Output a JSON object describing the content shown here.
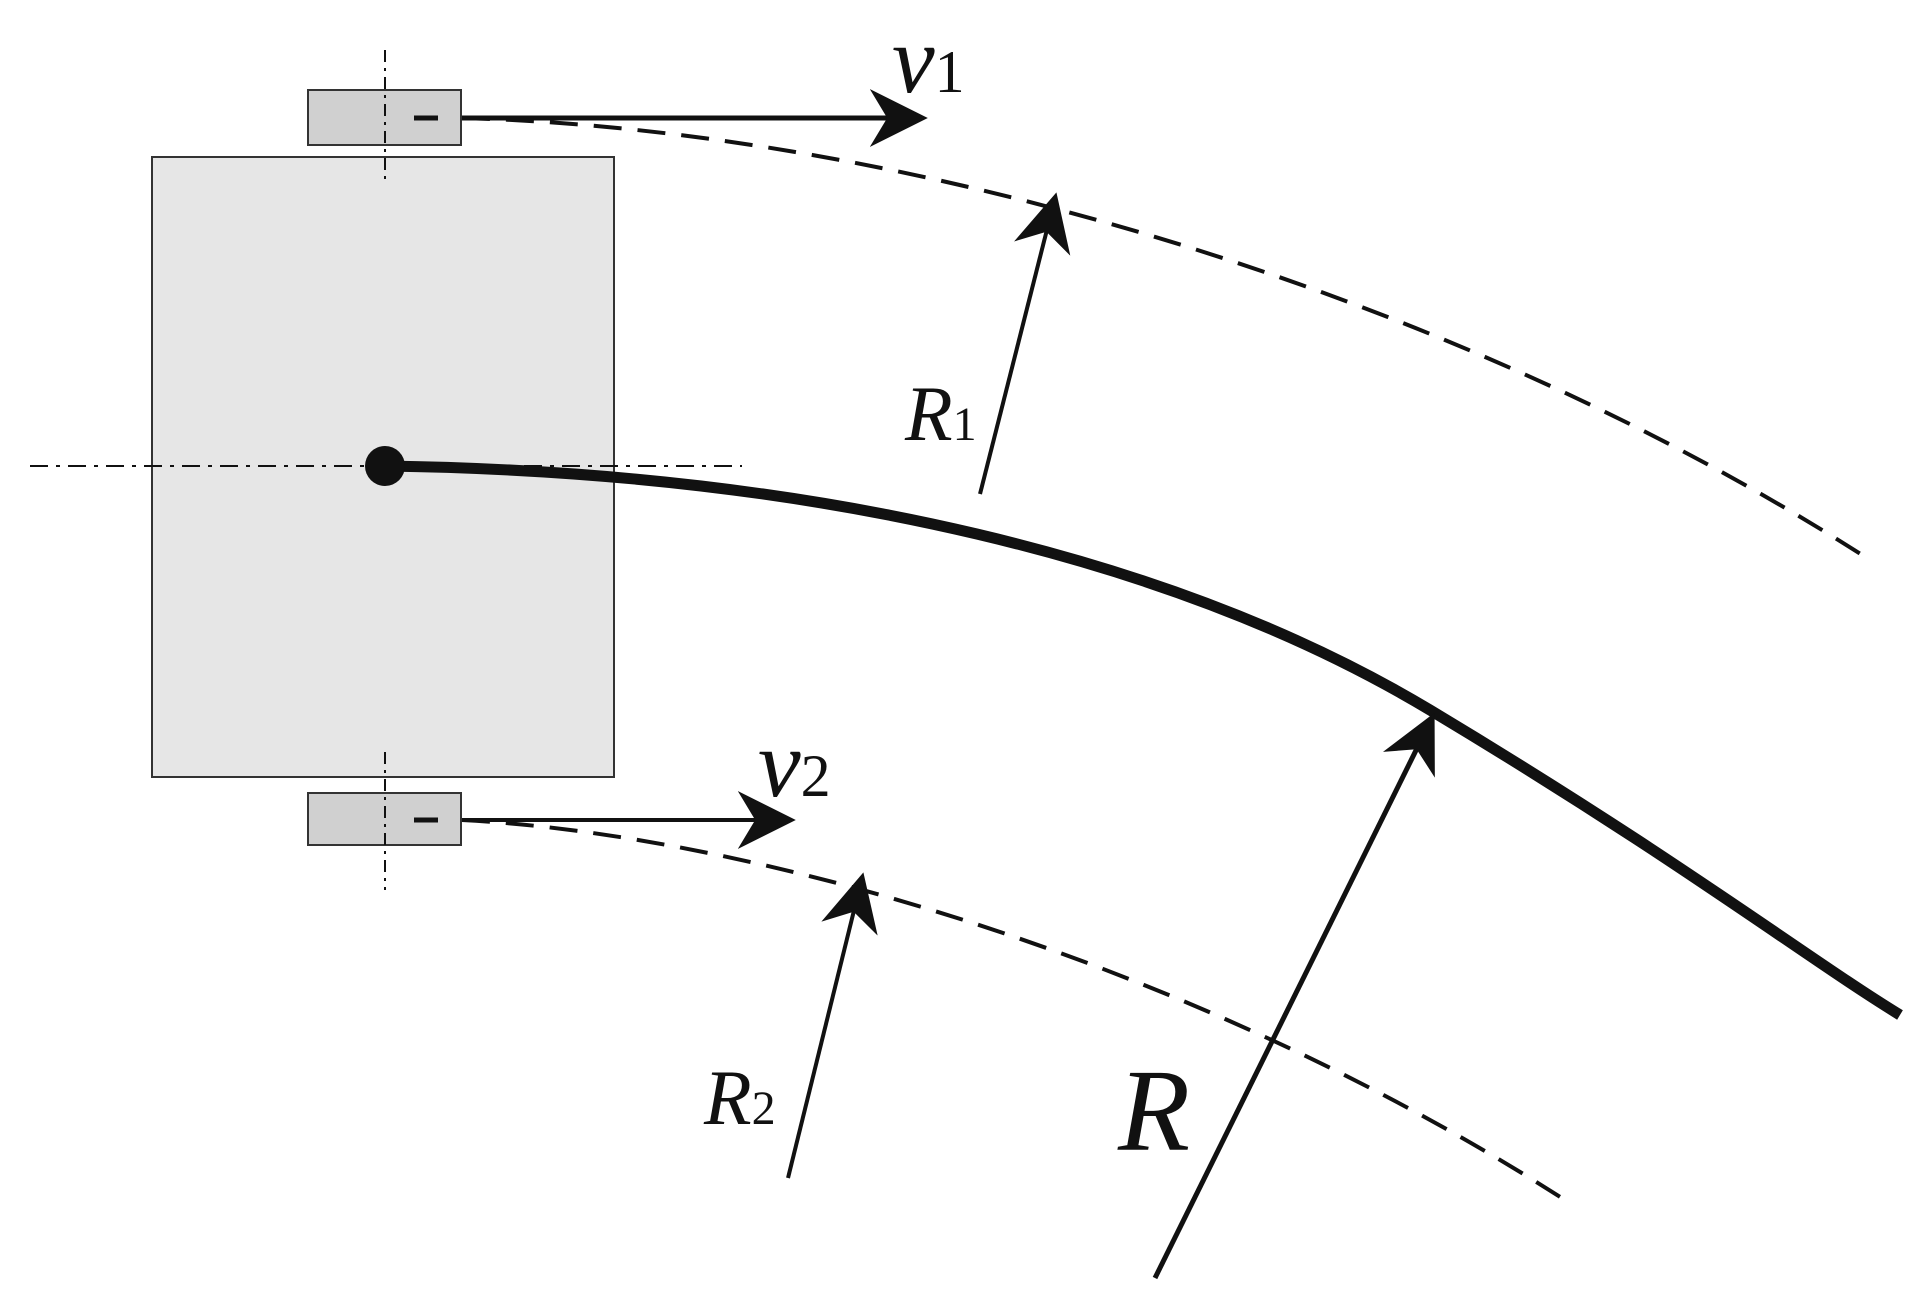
{
  "diagram": {
    "labels": {
      "v1": {
        "main": "v",
        "sub": "1"
      },
      "v2": {
        "main": "v",
        "sub": "2"
      },
      "r1": {
        "main": "R",
        "sub": "1"
      },
      "r2": {
        "main": "R",
        "sub": "2"
      },
      "r": {
        "main": "R"
      }
    },
    "colors": {
      "body_fill": "#e6e6e6",
      "wheel_fill": "#d0d0d0",
      "stroke": "#111111",
      "background": "#ffffff"
    }
  }
}
